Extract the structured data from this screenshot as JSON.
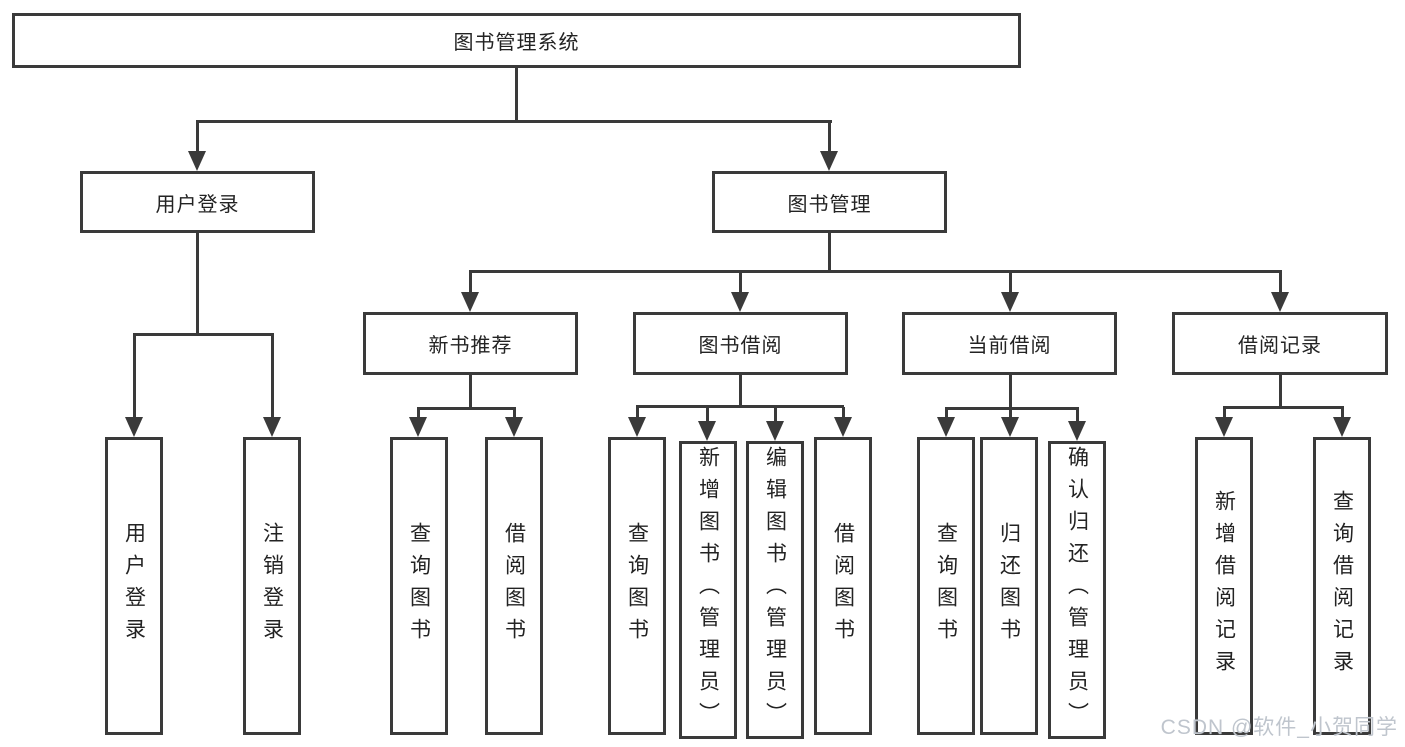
{
  "diagram": {
    "root": {
      "label": "图书管理系统"
    },
    "level2": [
      {
        "label": "用户登录"
      },
      {
        "label": "图书管理"
      }
    ],
    "level3": [
      {
        "label": "新书推荐"
      },
      {
        "label": "图书借阅"
      },
      {
        "label": "当前借阅"
      },
      {
        "label": "借阅记录"
      }
    ],
    "leaves": [
      {
        "label": "用户登录"
      },
      {
        "label": "注销登录"
      },
      {
        "label": "查询图书"
      },
      {
        "label": "借阅图书"
      },
      {
        "label": "查询图书"
      },
      {
        "label": "新增图书（管理员）"
      },
      {
        "label": "编辑图书（管理员）"
      },
      {
        "label": "借阅图书"
      },
      {
        "label": "查询图书"
      },
      {
        "label": "归还图书"
      },
      {
        "label": "确认归还（管理员）"
      },
      {
        "label": "新增借阅记录"
      },
      {
        "label": "查询借阅记录"
      }
    ]
  },
  "watermark": "CSDN @软件_小贺同学",
  "colors": {
    "line": "#3a3a3a",
    "text": "#232323",
    "watermark": "#bfc5cd",
    "background": "#ffffff"
  }
}
